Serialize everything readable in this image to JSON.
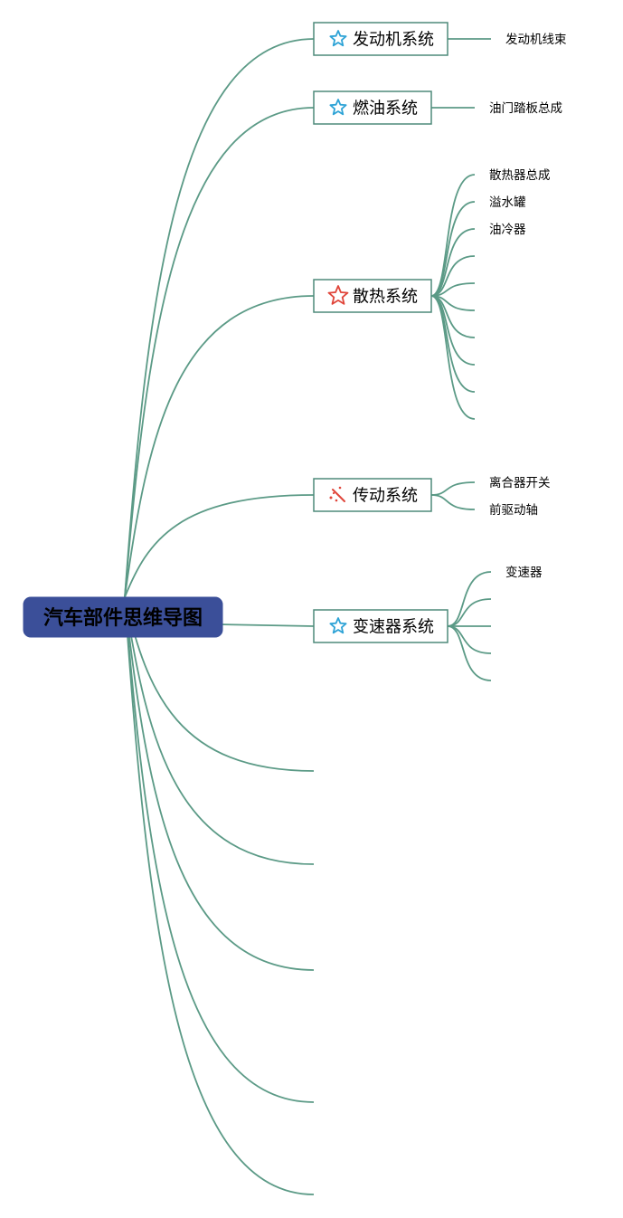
{
  "central_topic": "汽车部件思维导图",
  "colors": {
    "connector": "#5b9a86",
    "central_fill": "#3b4f99",
    "branch_border": "#4e8a7a",
    "star_blue": "#2ea3d6",
    "star_red": "#e0453a",
    "wand_red": "#e0453a"
  },
  "branches": [
    {
      "label": "发动机系统",
      "icon": "star-outline-blue-icon",
      "children": [
        "发动机线束"
      ]
    },
    {
      "label": "燃油系统",
      "icon": "star-outline-blue-icon",
      "children": [
        "油门踏板总成"
      ]
    },
    {
      "label": "散热系统",
      "icon": "star-outline-red-icon",
      "children": [
        "散热器总成",
        "溢水罐",
        "油冷器",
        "",
        "",
        "",
        "",
        "",
        "",
        ""
      ]
    },
    {
      "label": "传动系统",
      "icon": "magic-wand-icon",
      "children": [
        "离合器开关",
        "前驱动轴"
      ]
    },
    {
      "label": "变速器系统",
      "icon": "star-outline-blue-icon",
      "children": [
        "变速器",
        "",
        "",
        "",
        ""
      ]
    },
    {
      "label": "",
      "icon": "",
      "children": []
    },
    {
      "label": "",
      "icon": "",
      "children": []
    },
    {
      "label": "",
      "icon": "",
      "children": []
    },
    {
      "label": "",
      "icon": "",
      "children": []
    },
    {
      "label": "",
      "icon": "",
      "children": []
    }
  ]
}
